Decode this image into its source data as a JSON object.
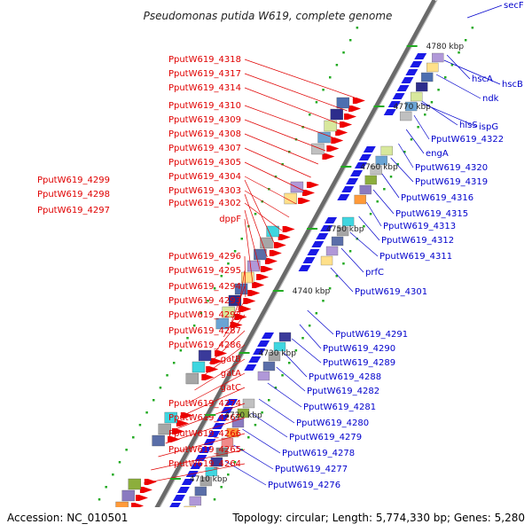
{
  "title": "Pseudomonas putida W619, complete genome",
  "accession": "Accession: NC_010501",
  "topology": "Topology: circular; Length: 5,774,330 bp; Genes: 5,280",
  "colors": {
    "left_label": "#e00000",
    "right_label": "#0000cc",
    "backbone": "#6a6a6a",
    "tick": "#22aa22"
  },
  "scale_labels": [
    "4780 kbp",
    "4770 kbp",
    "4760 kbp",
    "4750 kbp",
    "4740 kbp",
    "4730 kbp",
    "4720 kbp",
    "4710 kbp"
  ],
  "left_labels": [
    "PputW619_4318",
    "PputW619_4317",
    "PputW619_4314",
    "PputW619_4310",
    "PputW619_4309",
    "PputW619_4308",
    "PputW619_4307",
    "PputW619_4305",
    "PputW619_4304",
    "PputW619_4303",
    "PputW619_4302",
    "PputW619_4299",
    "PputW619_4298",
    "PputW619_4297",
    "dppF",
    "PputW619_4296",
    "PputW619_4295",
    "PputW619_4294",
    "PputW619_4293",
    "PputW619_4292",
    "PputW619_4287",
    "PputW619_4286",
    "gatB",
    "gatA",
    "gatC",
    "PputW619_4274",
    "PputW619_4267",
    "PputW619_4266",
    "PputW619_4265",
    "PputW619_4264"
  ],
  "right_labels": [
    "secF",
    "hscA",
    "hscB",
    "ndk",
    "hisS",
    "ispG",
    "PputW619_4322",
    "engA",
    "PputW619_4320",
    "PputW619_4319",
    "PputW619_4316",
    "PputW619_4315",
    "PputW619_4313",
    "PputW619_4312",
    "PputW619_4311",
    "prfC",
    "PputW619_4301",
    "PputW619_4291",
    "PputW619_4290",
    "PputW619_4289",
    "PputW619_4288",
    "PputW619_4282",
    "PputW619_4281",
    "PputW619_4280",
    "PputW619_4279",
    "PputW619_4278",
    "PputW619_4277",
    "PputW619_4276"
  ]
}
